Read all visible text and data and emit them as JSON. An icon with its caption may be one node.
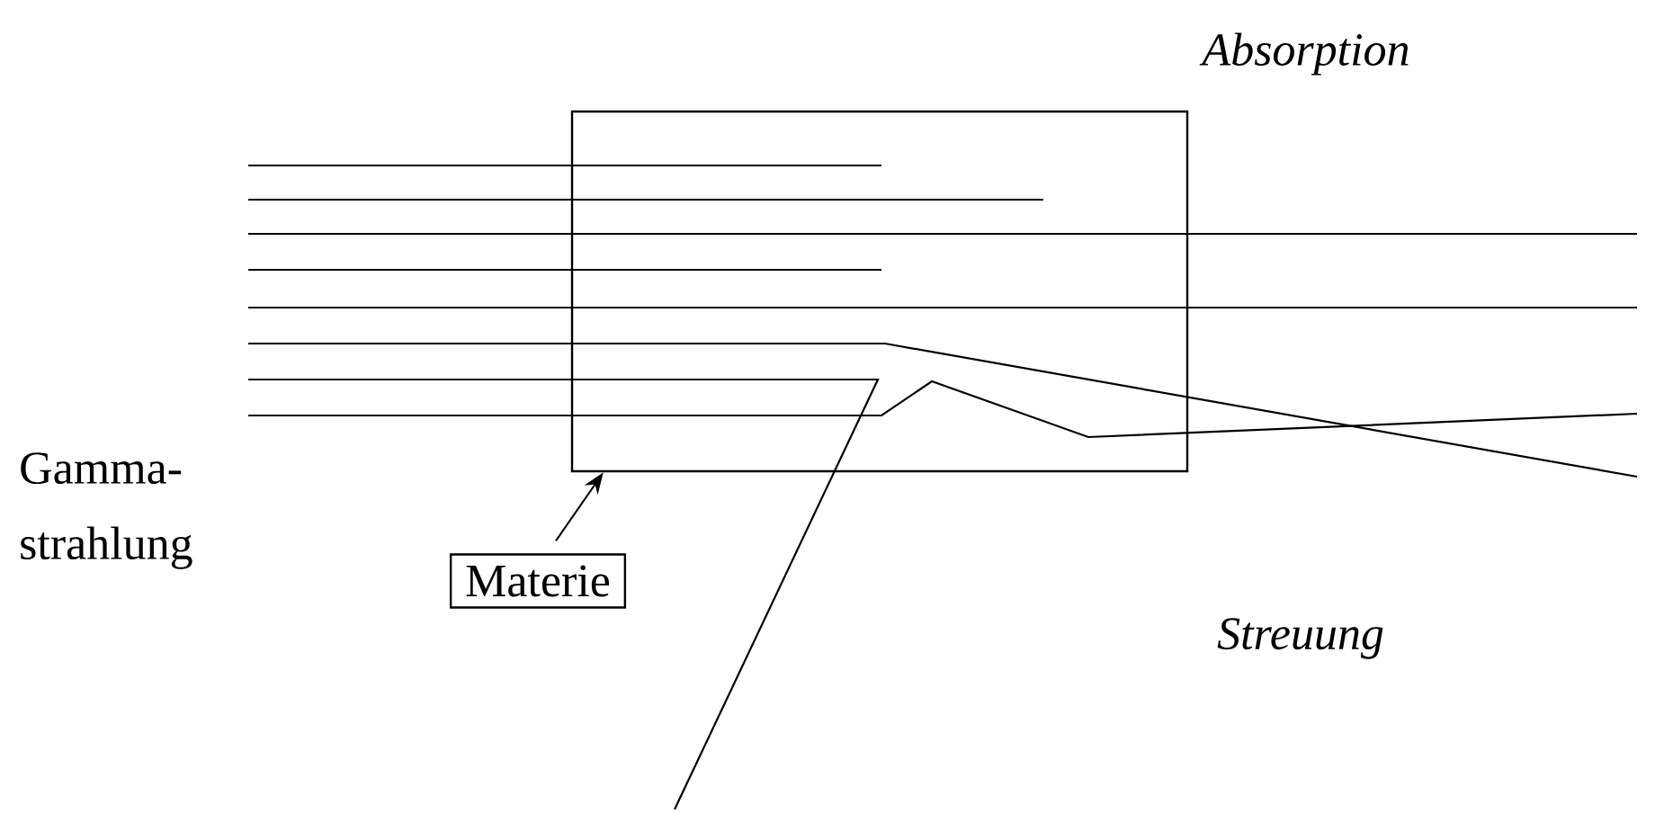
{
  "diagram": {
    "nodes": [
      {
        "text": [
          "Materie"
        ]
      },
      {
        "text": [],
        "shape": "box"
      }
    ],
    "edges": [
      {
        "from": 0,
        "to": 1,
        "arrow": "to"
      }
    ],
    "labels": [
      "Absorption",
      "Gamma- strahlung",
      "Streuung"
    ]
  }
}
